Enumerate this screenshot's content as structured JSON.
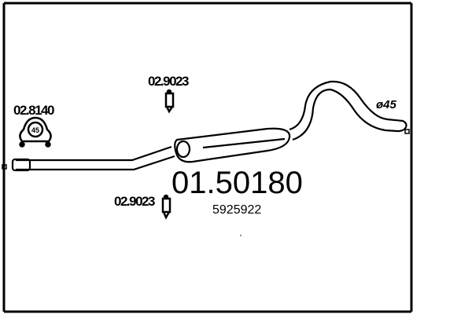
{
  "part_number": "01.50180",
  "oe_number": "5925922",
  "diameter_label": "ø45",
  "accessories": [
    {
      "code": "02.8140",
      "type": "clamp"
    },
    {
      "code": "02.9023",
      "type": "hanger"
    },
    {
      "code": "02.9023",
      "type": "hanger"
    }
  ],
  "clamp_marking": "45",
  "colors": {
    "line": "#000000",
    "background": "#ffffff"
  }
}
